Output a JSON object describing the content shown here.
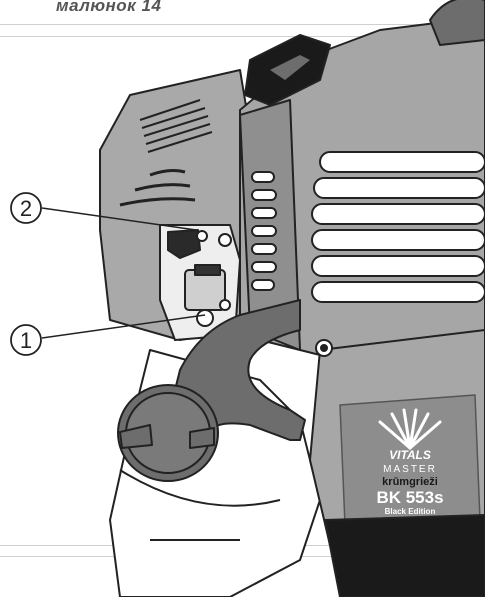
{
  "figure": {
    "caption": "малюнок 14"
  },
  "callouts": [
    {
      "number": "1",
      "target": "carburetor adjustment screw"
    },
    {
      "number": "2",
      "target": "choke lever"
    }
  ],
  "label_plate": {
    "logo_text": "VITALS",
    "line1": "MASTER",
    "line2": "krūmgrieži",
    "model": "BK 553s",
    "edition": "Black Edition"
  },
  "colors": {
    "body_grey": "#a7a7a7",
    "dark_grey": "#6d6d6d",
    "black": "#1a1a1a",
    "outline": "#222222",
    "rule": "#cfcfcf"
  }
}
